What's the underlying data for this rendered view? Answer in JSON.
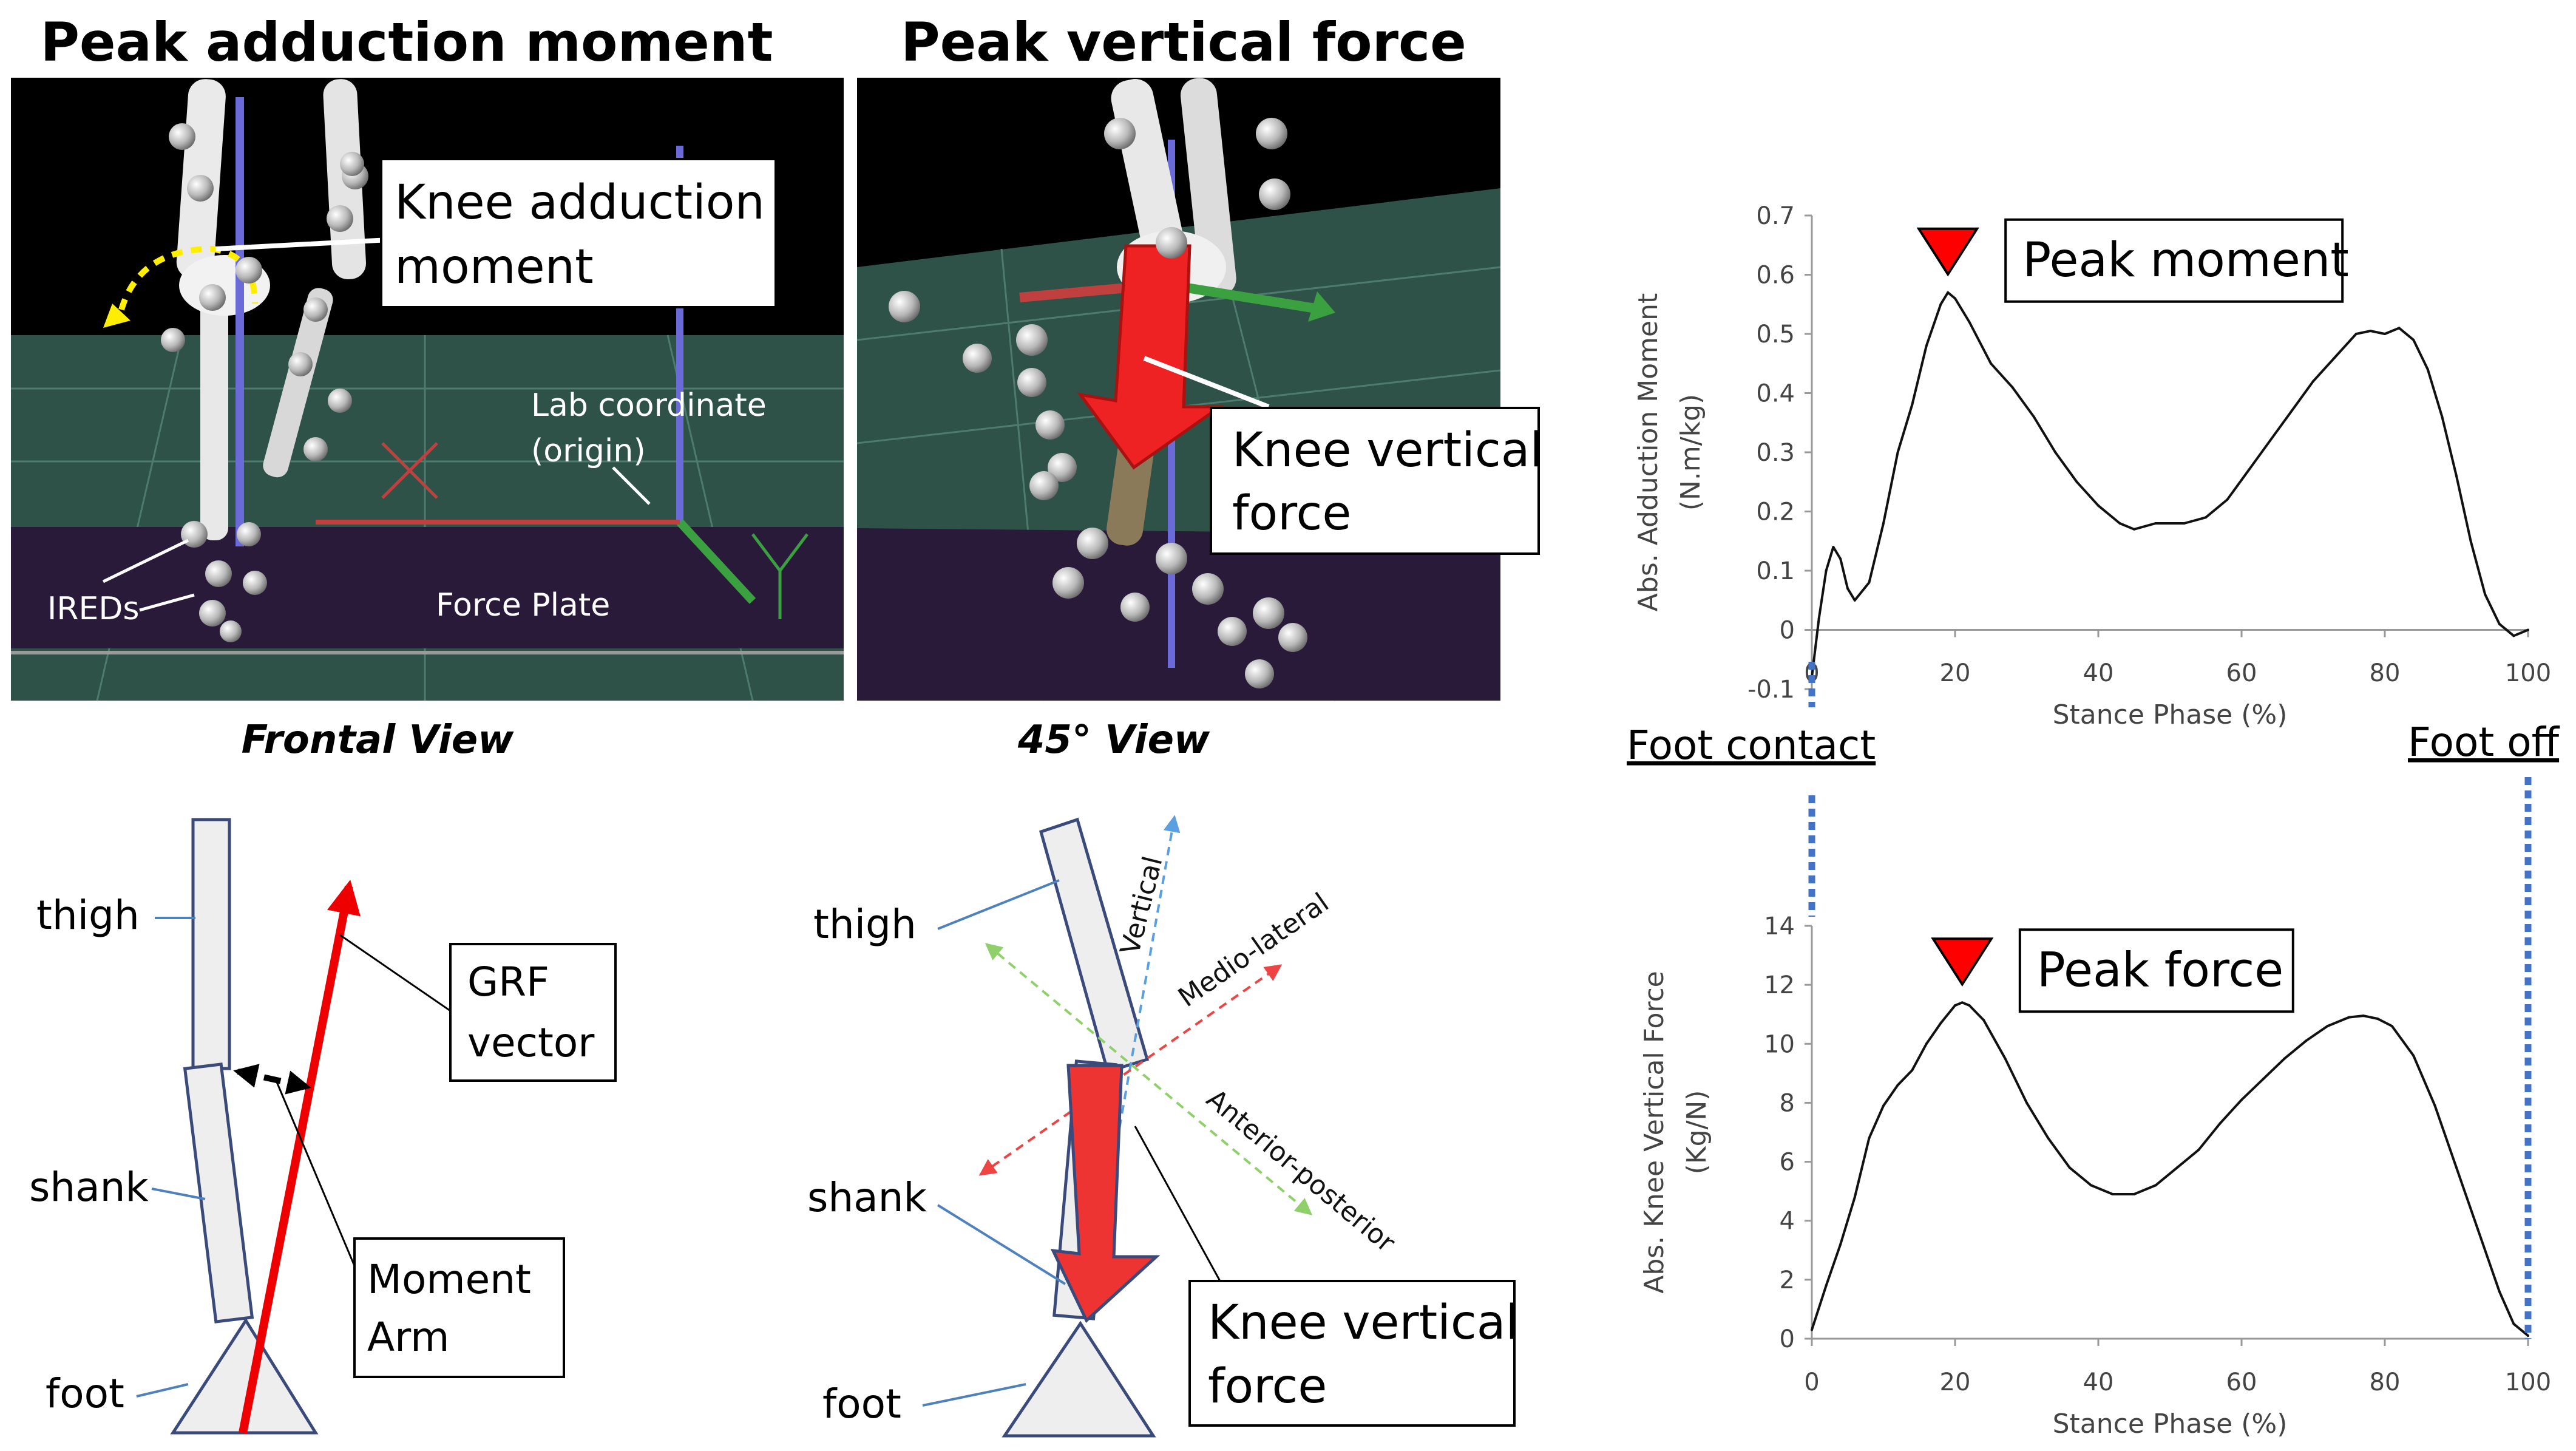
{
  "titles": {
    "frontal": "Peak adduction moment",
    "oblique": "Peak vertical force"
  },
  "captions": {
    "frontal": "Frontal View",
    "oblique": "45° View"
  },
  "frontal_render": {
    "callout": [
      "Knee adduction",
      "moment"
    ],
    "lab": [
      "Lab coordinate",
      "(origin)"
    ],
    "ireds": "IREDs",
    "plate": "Force Plate"
  },
  "oblique_render": {
    "callout": [
      "Knee vertical",
      "force"
    ]
  },
  "frontal_diagram": {
    "thigh": "thigh",
    "shank": "shank",
    "foot": "foot",
    "grf": [
      "GRF",
      "vector"
    ],
    "arm": [
      "Moment",
      "Arm"
    ]
  },
  "oblique_diagram": {
    "thigh": "thigh",
    "shank": "shank",
    "foot": "foot",
    "vertical": "Vertical",
    "ml": "Medio-lateral",
    "ap": "Anterior-posterior",
    "force": [
      "Knee vertical",
      "force"
    ]
  },
  "events": {
    "contact": "Foot contact",
    "off": "Foot off"
  },
  "chart_data": [
    {
      "type": "line",
      "ylabel": [
        "Abs. Adduction Moment",
        "(N.m/kg)"
      ],
      "xlabel": "Stance Phase (%)",
      "xlim": [
        0,
        100
      ],
      "ylim": [
        -0.1,
        0.7
      ],
      "xticks": [
        0,
        20,
        40,
        60,
        80,
        100
      ],
      "yticks": [
        -0.1,
        0,
        0.1,
        0.2,
        0.3,
        0.4,
        0.5,
        0.6,
        0.7
      ],
      "annotation": "Peak moment",
      "peak": [
        19,
        0.57
      ],
      "x": [
        0,
        1,
        2,
        3,
        4,
        5,
        6,
        8,
        10,
        12,
        14,
        16,
        18,
        19,
        20,
        22,
        25,
        28,
        31,
        34,
        37,
        40,
        43,
        45,
        48,
        52,
        55,
        58,
        61,
        64,
        67,
        70,
        73,
        76,
        78,
        80,
        82,
        84,
        86,
        88,
        90,
        92,
        94,
        96,
        98,
        100
      ],
      "y": [
        -0.08,
        0.02,
        0.1,
        0.14,
        0.12,
        0.07,
        0.05,
        0.08,
        0.18,
        0.3,
        0.38,
        0.48,
        0.55,
        0.57,
        0.56,
        0.52,
        0.45,
        0.41,
        0.36,
        0.3,
        0.25,
        0.21,
        0.18,
        0.17,
        0.18,
        0.18,
        0.19,
        0.22,
        0.27,
        0.32,
        0.37,
        0.42,
        0.46,
        0.5,
        0.505,
        0.5,
        0.51,
        0.49,
        0.44,
        0.36,
        0.26,
        0.15,
        0.06,
        0.01,
        -0.01,
        0
      ]
    },
    {
      "type": "line",
      "ylabel": [
        "Abs. Knee Vertical Force",
        "(Kg/N)"
      ],
      "xlabel": "Stance Phase (%)",
      "xlim": [
        0,
        100
      ],
      "ylim": [
        0,
        14
      ],
      "xticks": [
        0,
        20,
        40,
        60,
        80,
        100
      ],
      "yticks": [
        0,
        2,
        4,
        6,
        8,
        10,
        12,
        14
      ],
      "annotation": "Peak force",
      "peak": [
        21,
        11.4
      ],
      "x": [
        0,
        2,
        4,
        6,
        8,
        10,
        12,
        14,
        16,
        18,
        20,
        21,
        22,
        24,
        27,
        30,
        33,
        36,
        39,
        42,
        45,
        48,
        51,
        54,
        57,
        60,
        63,
        66,
        69,
        72,
        75,
        77,
        79,
        81,
        84,
        87,
        90,
        93,
        96,
        98,
        100
      ],
      "y": [
        0.3,
        1.8,
        3.2,
        4.8,
        6.8,
        7.9,
        8.6,
        9.1,
        10,
        10.7,
        11.3,
        11.4,
        11.3,
        10.8,
        9.5,
        8,
        6.8,
        5.8,
        5.2,
        4.9,
        4.9,
        5.2,
        5.8,
        6.4,
        7.3,
        8.1,
        8.8,
        9.5,
        10.1,
        10.6,
        10.9,
        10.95,
        10.85,
        10.6,
        9.6,
        7.9,
        5.8,
        3.7,
        1.6,
        0.5,
        0.1
      ]
    }
  ]
}
